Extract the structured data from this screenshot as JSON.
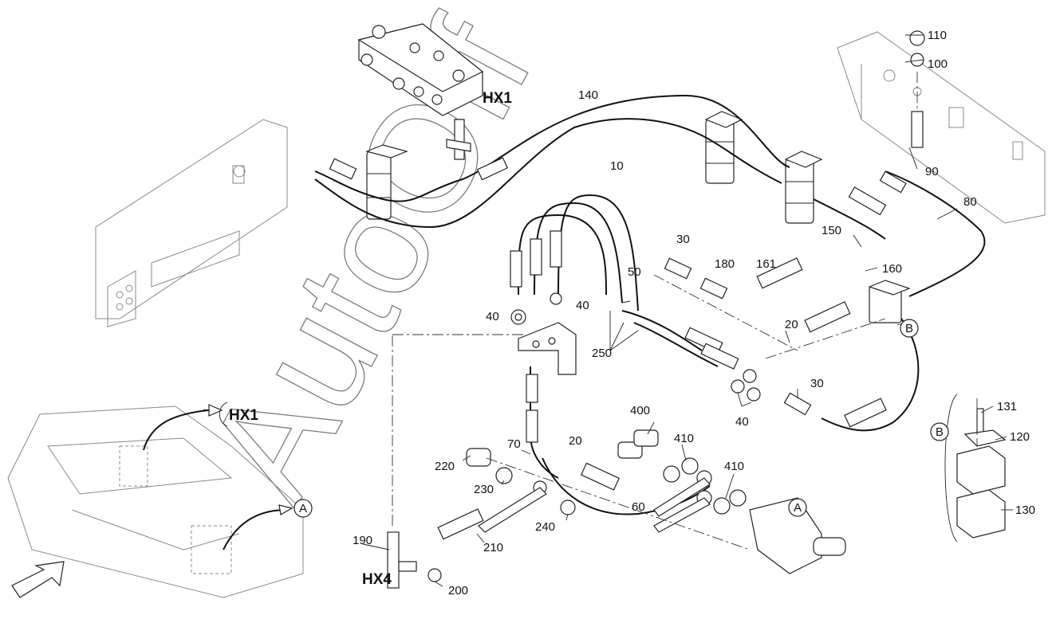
{
  "watermark": "AutoOff",
  "callouts": {
    "hx1": "HX1",
    "hx1_ref": "HX1",
    "hx4": "HX4",
    "a1": "A",
    "a2": "A",
    "b1": "B",
    "b2": "B"
  },
  "parts": {
    "p10": "10",
    "p20a": "20",
    "p20b": "20",
    "p30a": "30",
    "p30b": "30",
    "p40a": "40",
    "p40b": "40",
    "p40c": "40",
    "p50": "50",
    "p60": "60",
    "p70": "70",
    "p80": "80",
    "p90": "90",
    "p100": "100",
    "p110": "110",
    "p120": "120",
    "p130": "130",
    "p131": "131",
    "p140": "140",
    "p150": "150",
    "p160": "160",
    "p161": "161",
    "p180": "180",
    "p190": "190",
    "p200": "200",
    "p210": "210",
    "p220": "220",
    "p230": "230",
    "p240": "240",
    "p250": "250",
    "p400": "400",
    "p410a": "410",
    "p410b": "410"
  }
}
